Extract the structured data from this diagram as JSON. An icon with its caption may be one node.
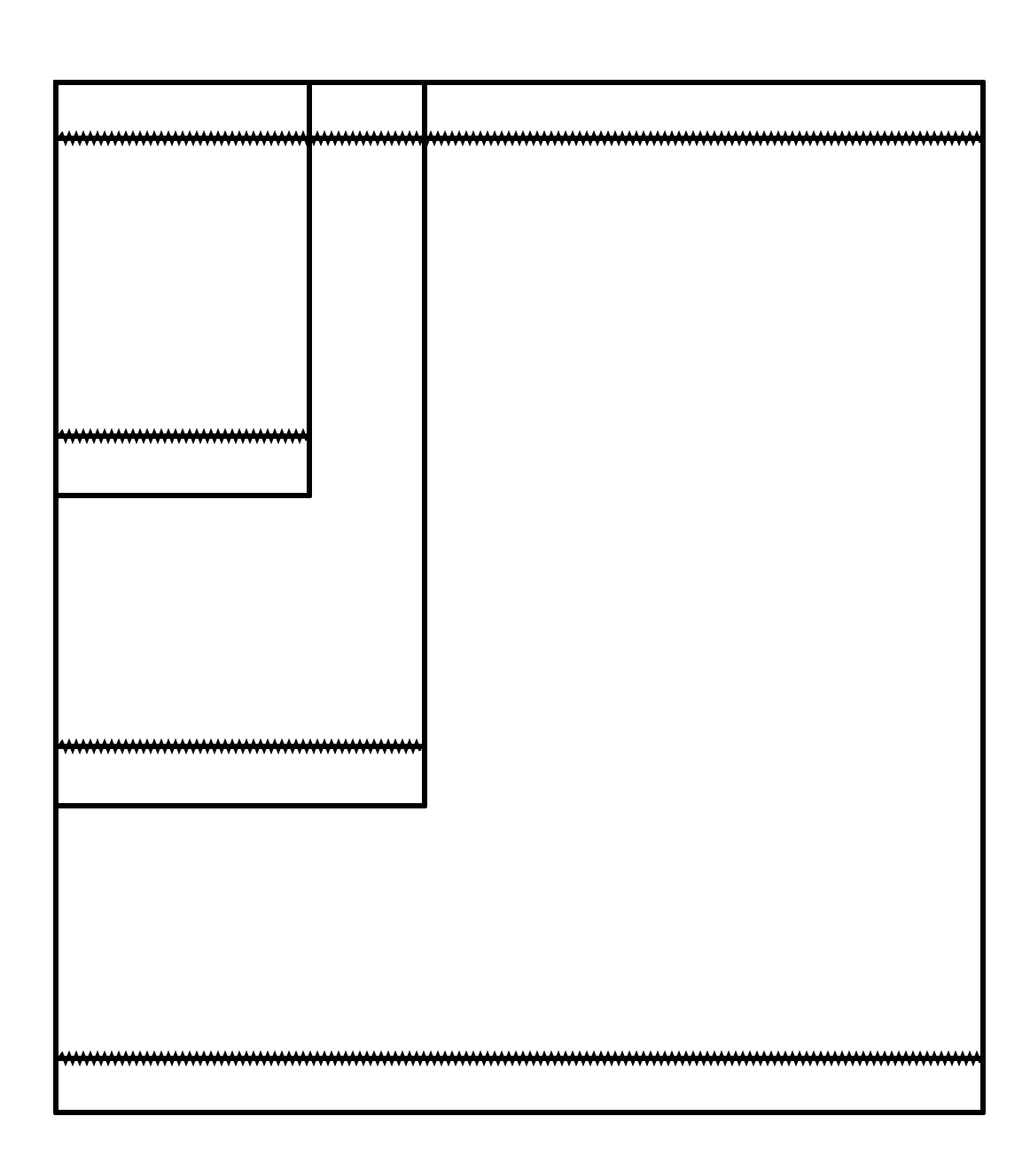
{
  "diagram": {
    "nodes": [
      {
        "text": [],
        "shape": "box"
      },
      {
        "text": [],
        "shape": "box",
        "in": 0
      },
      {
        "text": [],
        "shape": "box",
        "in": 1
      }
    ]
  }
}
